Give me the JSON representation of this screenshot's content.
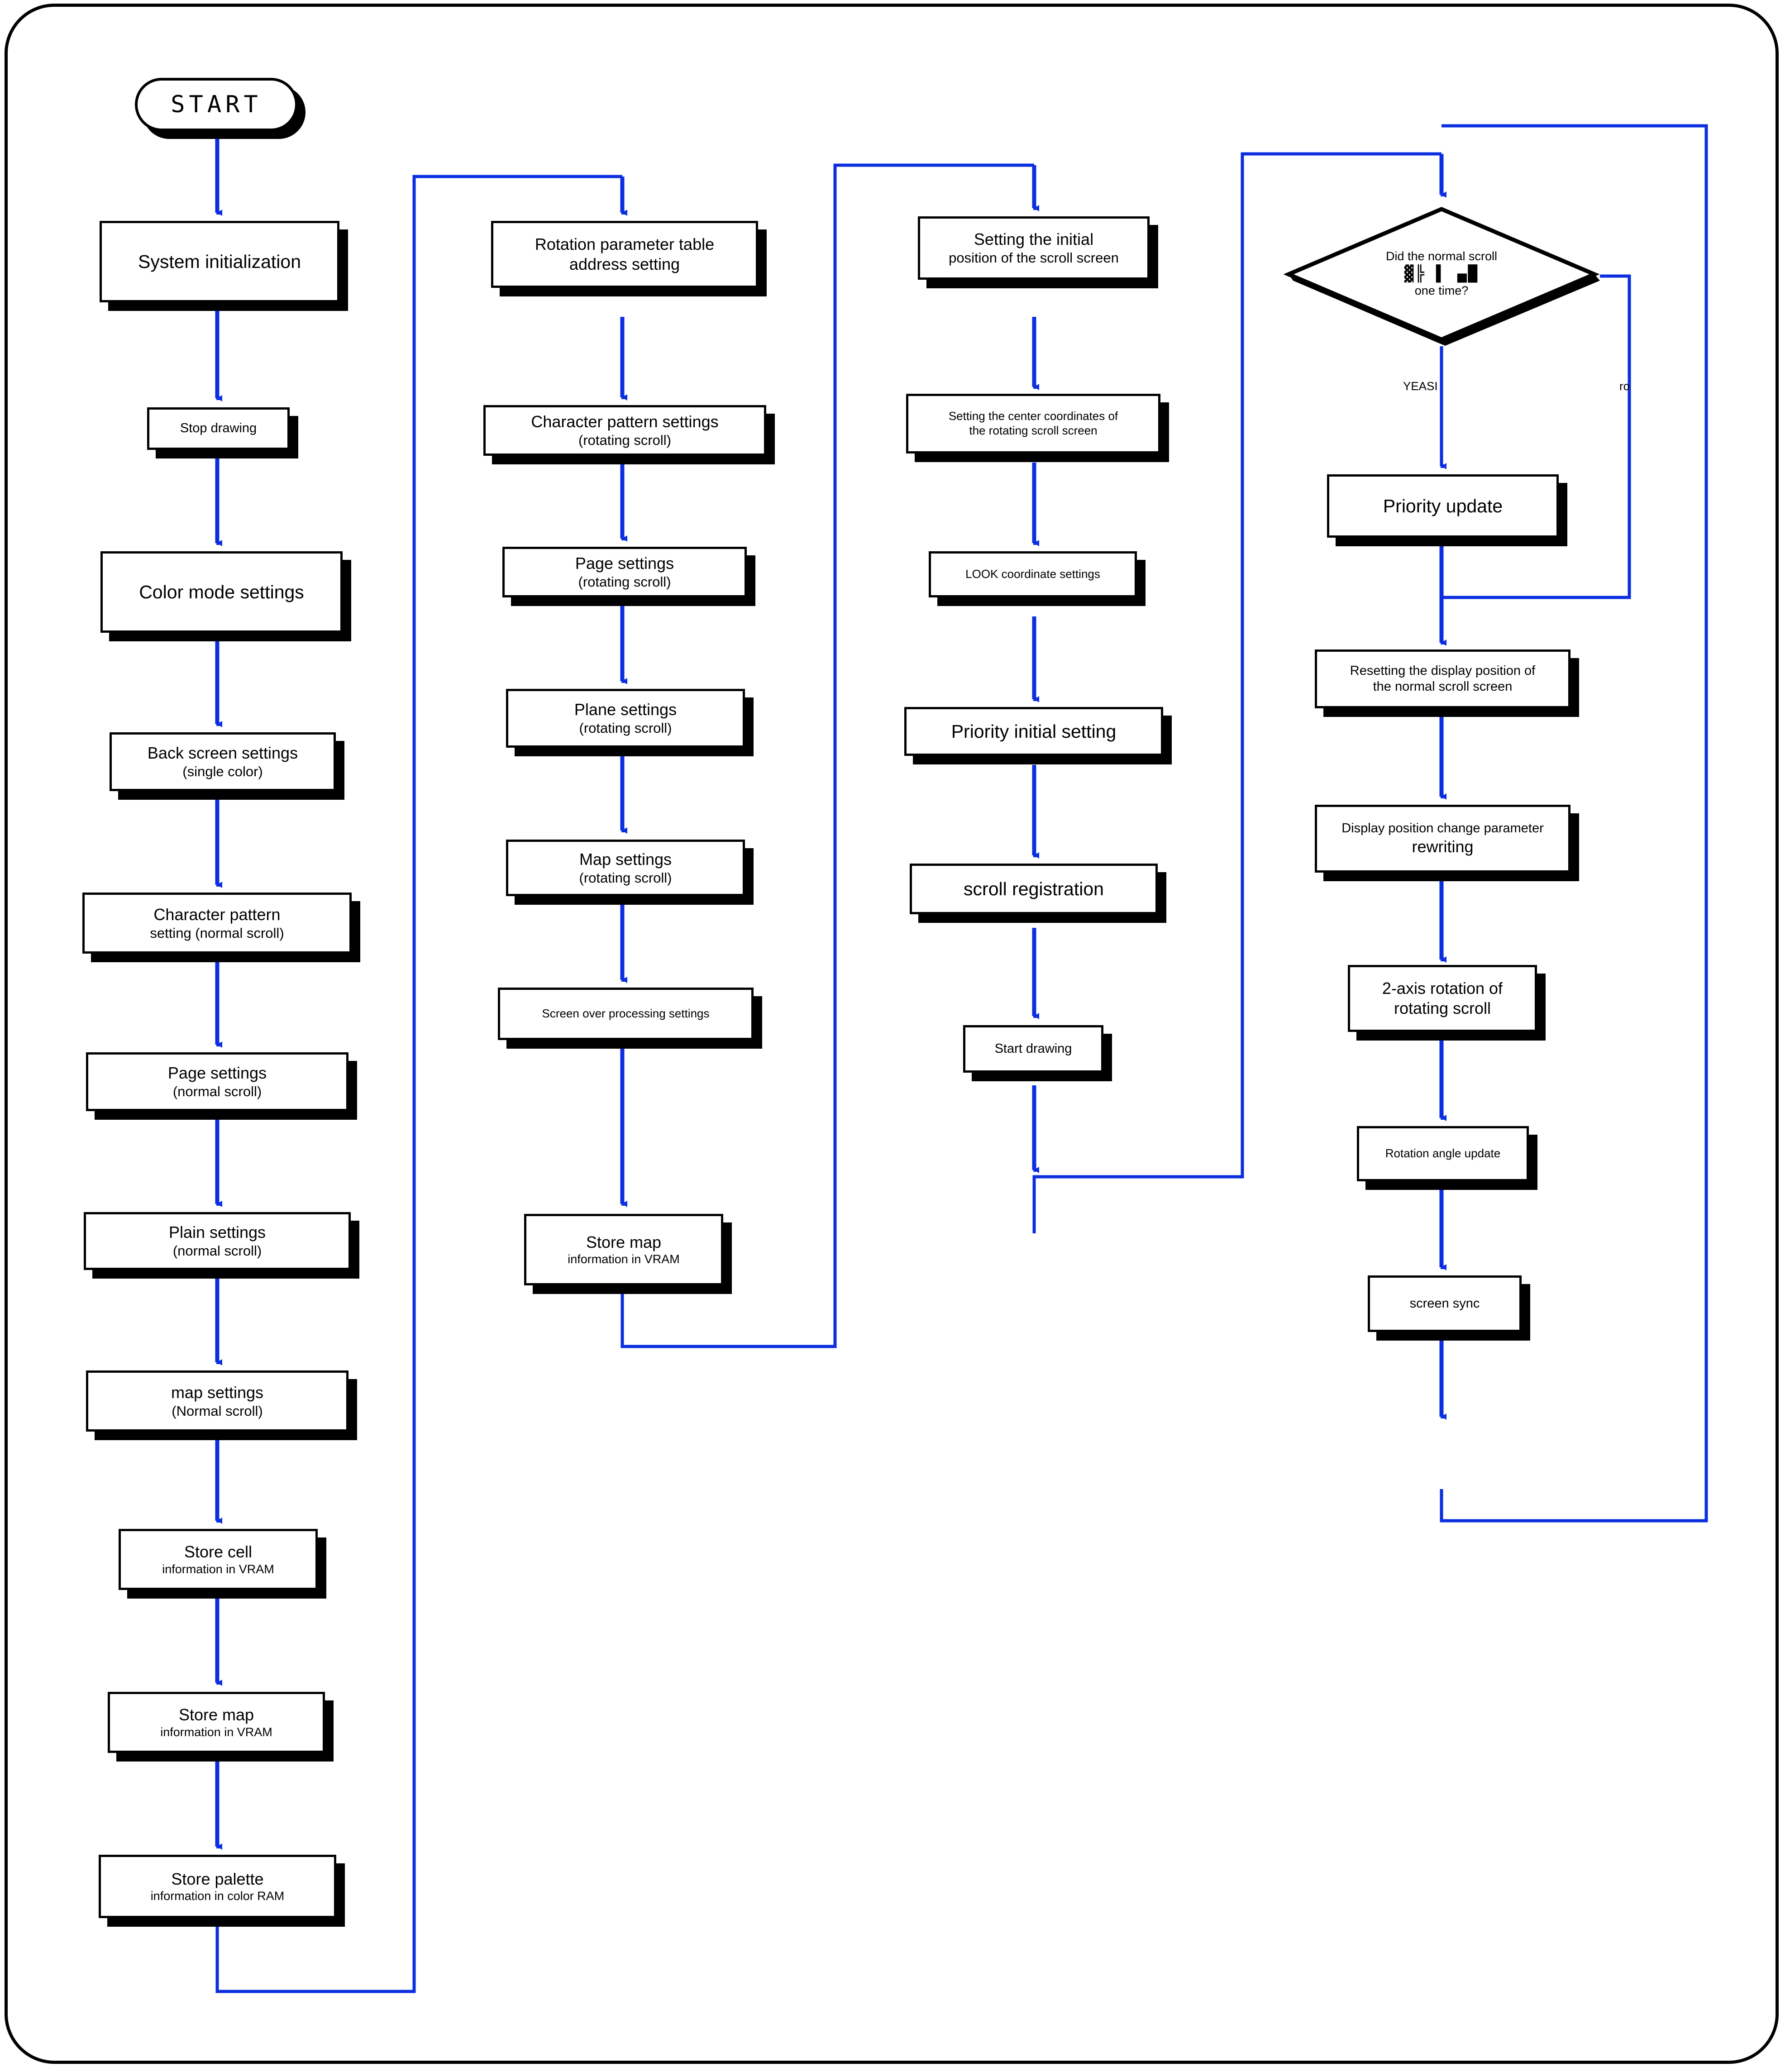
{
  "diagram": {
    "title_terminator": "START",
    "accent_line_color": "#0b2fe0",
    "shape_border_color": "#000000",
    "shape_fill_color": "#ffffff",
    "shadow_color": "#000000",
    "columns": [
      {
        "id": "column-1-initialization",
        "nodes": [
          {
            "id": "start",
            "shape": "terminator",
            "line1": "START",
            "line2": ""
          },
          {
            "id": "system-init",
            "shape": "process",
            "line1": "System initialization",
            "line2": ""
          },
          {
            "id": "stop-drawing",
            "shape": "process",
            "line1": "Stop drawing",
            "line2": ""
          },
          {
            "id": "color-mode",
            "shape": "process",
            "line1": "Color mode settings",
            "line2": ""
          },
          {
            "id": "back-screen",
            "shape": "process",
            "line1": "Back screen settings",
            "line2": "(single color)"
          },
          {
            "id": "char-pattern-normal",
            "shape": "process",
            "line1": "Character pattern",
            "line2": "setting (normal scroll)"
          },
          {
            "id": "page-normal",
            "shape": "process",
            "line1": "Page settings",
            "line2": "(normal scroll)"
          },
          {
            "id": "plain-normal",
            "shape": "process",
            "line1": "Plain settings",
            "line2": "(normal scroll)"
          },
          {
            "id": "map-normal",
            "shape": "process",
            "line1": "map settings",
            "line2": "(Normal scroll)"
          },
          {
            "id": "store-cell",
            "shape": "process",
            "line1": "Store cell",
            "line2": "information in VRAM"
          },
          {
            "id": "store-map-1",
            "shape": "process",
            "line1": "Store map",
            "line2": "information in VRAM"
          },
          {
            "id": "store-palette",
            "shape": "process",
            "line1": "Store palette",
            "line2": "information in color RAM"
          }
        ]
      },
      {
        "id": "column-2-rotating-scroll",
        "nodes": [
          {
            "id": "rot-param-table",
            "shape": "process",
            "line1": "Rotation parameter table",
            "line2": "address setting"
          },
          {
            "id": "char-pattern-rot",
            "shape": "process",
            "line1": "Character pattern settings",
            "line2": "(rotating scroll)"
          },
          {
            "id": "page-rot",
            "shape": "process",
            "line1": "Page settings",
            "line2": "(rotating scroll)"
          },
          {
            "id": "plane-rot",
            "shape": "process",
            "line1": "Plane settings",
            "line2": "(rotating scroll)"
          },
          {
            "id": "map-rot",
            "shape": "process",
            "line1": "Map settings",
            "line2": "(rotating scroll)"
          },
          {
            "id": "screen-over",
            "shape": "process",
            "line1": "Screen over processing settings",
            "line2": ""
          },
          {
            "id": "store-map-2",
            "shape": "process",
            "line1": "Store map",
            "line2": "information in VRAM"
          }
        ]
      },
      {
        "id": "column-3-scroll-setup",
        "nodes": [
          {
            "id": "initial-position",
            "shape": "process",
            "line1": "Setting the initial",
            "line2": "position of the scroll screen"
          },
          {
            "id": "center-coords",
            "shape": "process",
            "line1": "Setting the center coordinates of",
            "line2": "the rotating scroll screen"
          },
          {
            "id": "look-coords",
            "shape": "process",
            "line1": "LOOK coordinate settings",
            "line2": ""
          },
          {
            "id": "priority-initial",
            "shape": "process",
            "line1": "Priority initial setting",
            "line2": ""
          },
          {
            "id": "scroll-registration",
            "shape": "process",
            "line1": "scroll registration",
            "line2": ""
          },
          {
            "id": "start-drawing",
            "shape": "process",
            "line1": "Start drawing",
            "line2": ""
          }
        ]
      },
      {
        "id": "column-4-main-loop",
        "nodes": [
          {
            "id": "decision-normal-scroll",
            "shape": "decision",
            "line1": "Did the normal scroll",
            "line2": "▓╠ ▌ ▄█",
            "line3": "one time?"
          },
          {
            "id": "priority-update",
            "shape": "process",
            "line1": "Priority update",
            "line2": ""
          },
          {
            "id": "reset-display-pos",
            "shape": "process",
            "line1": "Resetting the display position of",
            "line2": "the normal scroll screen"
          },
          {
            "id": "display-change",
            "shape": "process",
            "line1": "Display position change parameter",
            "line2": "rewriting"
          },
          {
            "id": "two-axis-rotation",
            "shape": "process",
            "line1": "2-axis rotation of",
            "line2": "rotating scroll"
          },
          {
            "id": "rotation-angle",
            "shape": "process",
            "line1": "Rotation angle update",
            "line2": ""
          },
          {
            "id": "screen-sync",
            "shape": "process",
            "line1": "screen sync",
            "line2": ""
          }
        ]
      }
    ],
    "edge_labels": [
      {
        "id": "decision-yes",
        "text": "YEASI"
      },
      {
        "id": "decision-no",
        "text": "ro"
      }
    ]
  }
}
